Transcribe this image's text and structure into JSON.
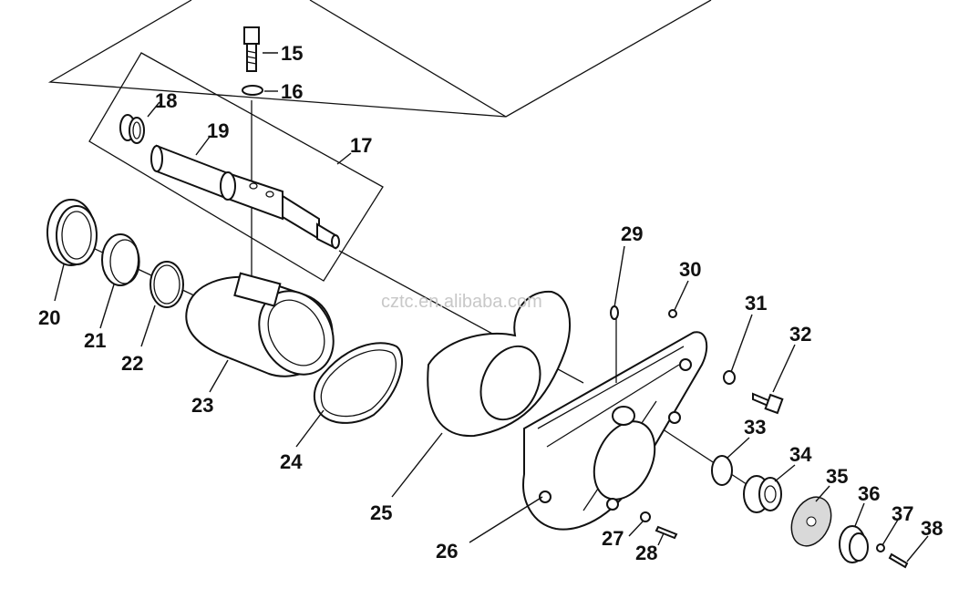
{
  "watermark": "cztc.en.alibaba.com",
  "callouts": [
    "15",
    "16",
    "17",
    "18",
    "19",
    "20",
    "21",
    "22",
    "23",
    "24",
    "25",
    "26",
    "27",
    "28",
    "29",
    "30",
    "31",
    "32",
    "33",
    "34",
    "35",
    "36",
    "37",
    "38"
  ]
}
